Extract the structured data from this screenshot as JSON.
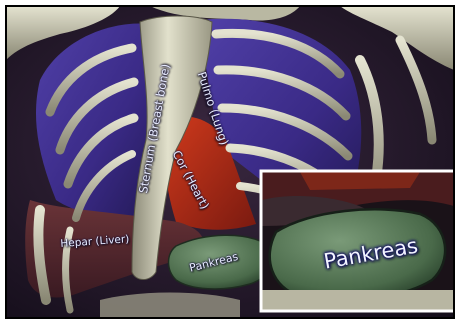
{
  "labels": {
    "sternum": "Sternum (Breast bone)",
    "pulmo": "Pulmo (Lung)",
    "cor": "Cor (Heart)",
    "hepar": "Hepar (Liver)",
    "pankreas": "Pankreas",
    "zoom_pankreas": "Pankreas"
  },
  "colors": {
    "lung": "#3f2f8a",
    "heart": "#b02a14",
    "liver": "#5a2a2e",
    "pancreas": "#4f6e4e",
    "bone": "#c9c8b4",
    "zoom_frame": "#ffffff"
  }
}
